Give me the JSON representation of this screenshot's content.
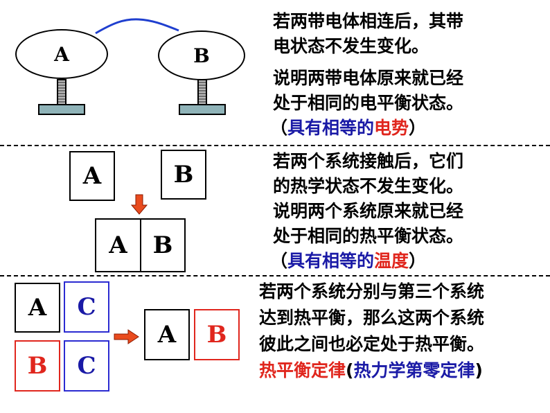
{
  "section1": {
    "label_a": "A",
    "label_b": "B",
    "line1": "若两带电体相连后，其带",
    "line2": "电状态不发生变化。",
    "line3": "说明两带电体原来就已经",
    "line4": "处于相同的电平衡状态。",
    "line5_open": "（",
    "line5_blue": "具有相等的",
    "line5_red": "电势",
    "line5_close": "）"
  },
  "section2": {
    "box_a": "A",
    "box_b": "B",
    "combined_a": "A",
    "combined_b": "B",
    "line1": "若两个系统接触后，它们",
    "line2": "的热学状态不发生变化。",
    "line3": "说明两个系统原来就已经",
    "line4": "处于相同的热平衡状态。",
    "line5_open": "（",
    "line5_blue": "具有相等的",
    "line5_red": "温度",
    "line5_close": "）"
  },
  "section3": {
    "box_a": "A",
    "box_c1": "C",
    "box_b": "B",
    "box_c2": "C",
    "result_a": "A",
    "result_b": "B",
    "line1": "若两个系统分别与第三个系统",
    "line2": "达到热平衡，那么这两个系统",
    "line3": "彼此之间也必定处于热平衡。",
    "line4_red": "热平衡定律",
    "line4_open": "(",
    "line4_blue": "热力学第零定律",
    "line4_close": ")"
  },
  "colors": {
    "blue_text": "#1a1aa6",
    "red_text": "#e0261d",
    "blue_border": "#2a2ad1",
    "arrow_fill": "#e94b1e",
    "wire": "#1f3fcf",
    "stand_base": "#8fb3b8"
  }
}
